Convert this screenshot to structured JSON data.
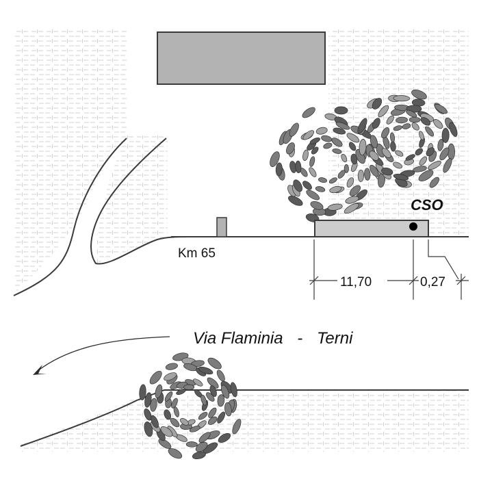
{
  "labels": {
    "km_marker": "Km 65",
    "station": "CSO",
    "road": "Via Flaminia",
    "dash": "-",
    "city": "Terni"
  },
  "dimensions": {
    "left": "11,70",
    "right": "0,27"
  },
  "colors": {
    "line": "#3a3a3a",
    "building_fill": "#b3b3b3",
    "station_fill": "#cccccc",
    "leaf_dark": "#5a5a5a",
    "leaf_mid": "#7c7c7c",
    "leaf_light": "#a3a3a3",
    "hatch": "#d2d2d2"
  },
  "icons": {
    "tree": "tree-icon",
    "station_marker": "dot-marker-icon",
    "direction": "arrow-left-icon"
  }
}
